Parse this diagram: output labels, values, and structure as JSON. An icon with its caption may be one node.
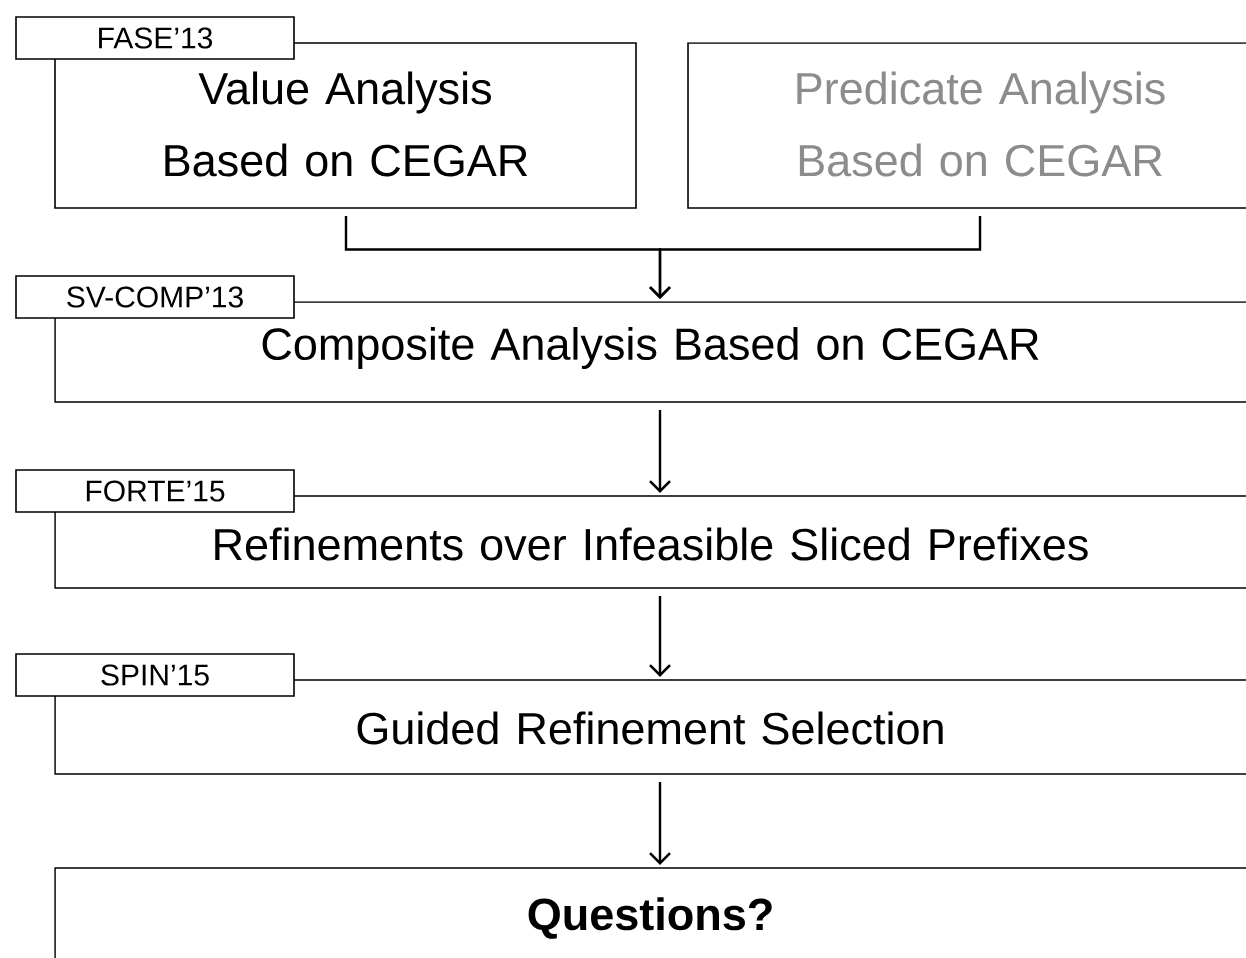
{
  "diagram": {
    "nodes": [
      {
        "text": [
          "FASE’13",
          "Value Analysis Based on CEGAR"
        ]
      },
      {
        "text": [
          "Predicate Analysis Based on CEGAR"
        ]
      },
      {
        "text": [
          "SV-COMP’13",
          "Composite Analysis Based on CEGAR"
        ]
      },
      {
        "text": [
          "FORTE’15",
          "Refinements over Infeasible Sliced Prefixes"
        ]
      },
      {
        "text": [
          "SPIN’15",
          "Guided Refinement Selection"
        ]
      },
      {
        "text": [
          "Questions?"
        ]
      }
    ],
    "edges": [
      {
        "from": 0,
        "to": 2,
        "arrow": "to"
      },
      {
        "from": 1,
        "to": 2,
        "arrow": "to"
      },
      {
        "from": 2,
        "to": 3,
        "arrow": "to"
      },
      {
        "from": 3,
        "to": 4,
        "arrow": "to"
      },
      {
        "from": 4,
        "to": 5,
        "arrow": "to"
      }
    ]
  }
}
